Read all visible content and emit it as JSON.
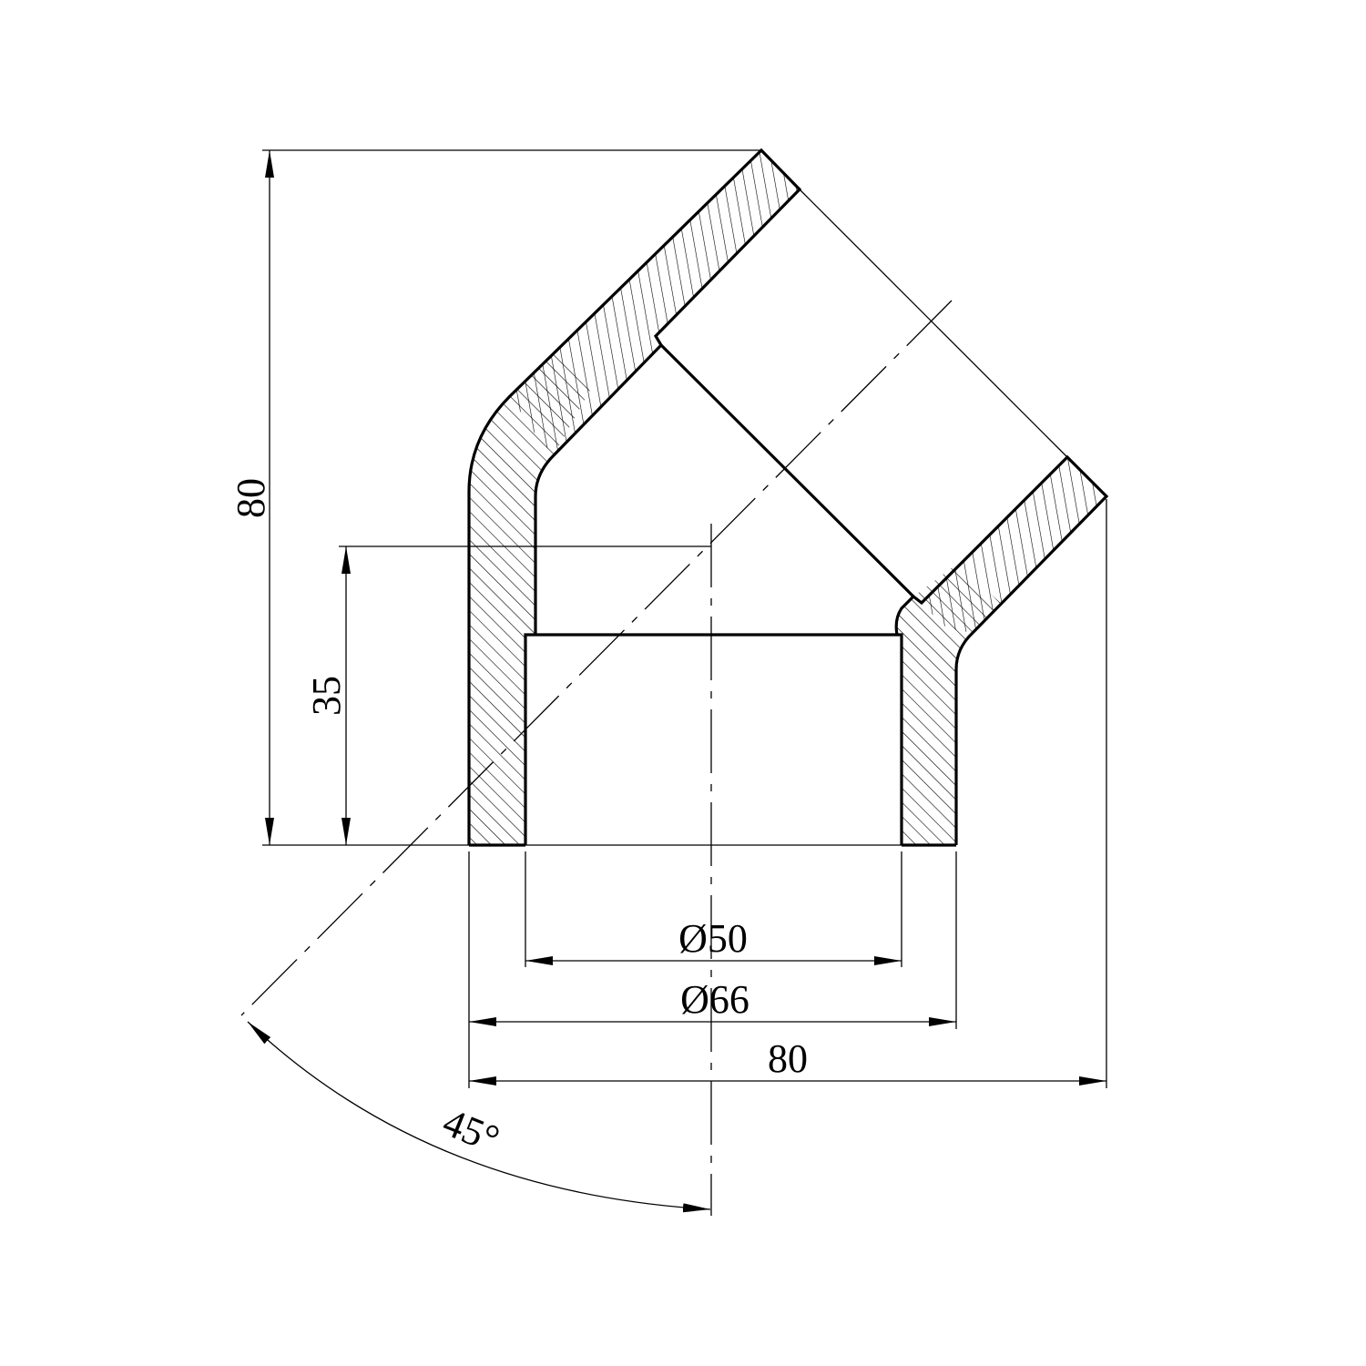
{
  "drawing": {
    "title": "45° elbow fitting section",
    "dimensions": {
      "total_height": "80",
      "socket_depth": "35",
      "inner_diameter": "Ø50",
      "outer_diameter": "Ø66",
      "total_width": "80",
      "angle": "45°"
    },
    "colors": {
      "line": "#000000",
      "background": "#ffffff"
    }
  }
}
